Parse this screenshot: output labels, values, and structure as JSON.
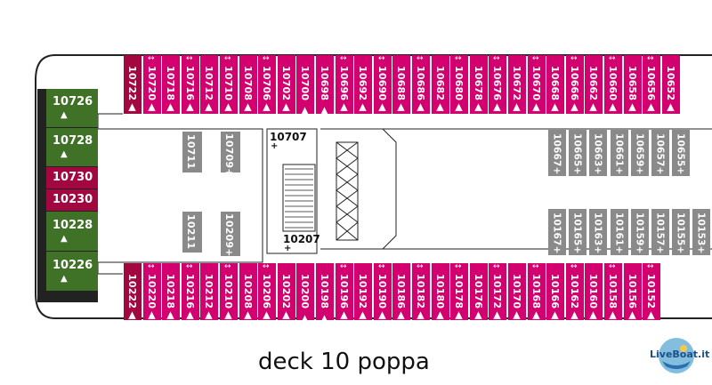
{
  "caption": "deck 10 poppa",
  "logo_text": "LiveBoat.it",
  "colors": {
    "pink": "#d3006f",
    "pink_dark": "#a2083f",
    "green": "#3f7127",
    "grey": "#8a8a8a",
    "hull": "#222222"
  },
  "top_row": [
    {
      "label": "10722▲□",
      "type": "dark",
      "conn": false
    },
    {
      "label": "10720▲",
      "type": "pink",
      "conn": true
    },
    {
      "label": "10718▲",
      "type": "pink",
      "conn": false
    },
    {
      "label": "10716▲",
      "type": "pink",
      "conn": true
    },
    {
      "label": "10712▲",
      "type": "pink",
      "conn": false
    },
    {
      "label": "10710▲",
      "type": "pink",
      "conn": true
    },
    {
      "label": "10708▲",
      "type": "pink",
      "conn": false
    },
    {
      "label": "10706▲",
      "type": "pink",
      "conn": true
    },
    {
      "label": "10702▲",
      "type": "pink",
      "conn": false
    },
    {
      "label": "10700 ▲□",
      "type": "pink",
      "conn": false
    },
    {
      "label": "10698 ▲□",
      "type": "pink",
      "conn": false
    },
    {
      "label": "10696▲",
      "type": "pink",
      "conn": true
    },
    {
      "label": "10692▲",
      "type": "pink",
      "conn": false
    },
    {
      "label": "10690▲",
      "type": "pink",
      "conn": true
    },
    {
      "label": "10688▲",
      "type": "pink",
      "conn": false
    },
    {
      "label": "10686▲",
      "type": "pink",
      "conn": true
    },
    {
      "label": "10682▲",
      "type": "pink",
      "conn": false
    },
    {
      "label": "10680▲",
      "type": "pink",
      "conn": true
    },
    {
      "label": "10678▲",
      "type": "pink",
      "conn": false
    },
    {
      "label": "10676▲",
      "type": "pink",
      "conn": true
    },
    {
      "label": "10672▲",
      "type": "pink",
      "conn": false
    },
    {
      "label": "10670▲",
      "type": "pink",
      "conn": true
    },
    {
      "label": "10668▲",
      "type": "pink",
      "conn": false
    },
    {
      "label": "10666▲",
      "type": "pink",
      "conn": true
    },
    {
      "label": "10662▲",
      "type": "pink",
      "conn": false
    },
    {
      "label": "10660▲",
      "type": "pink",
      "conn": true
    },
    {
      "label": "10658▲",
      "type": "pink",
      "conn": false
    },
    {
      "label": "10656▲",
      "type": "pink",
      "conn": true
    },
    {
      "label": "10652▲",
      "type": "pink",
      "conn": false
    }
  ],
  "bottom_row": [
    {
      "label": "10222▲□",
      "type": "dark",
      "conn": false
    },
    {
      "label": "10220▲",
      "type": "pink",
      "conn": true
    },
    {
      "label": "10218▲",
      "type": "pink",
      "conn": false
    },
    {
      "label": "10216▲",
      "type": "pink",
      "conn": true
    },
    {
      "label": "10212▲",
      "type": "pink",
      "conn": false
    },
    {
      "label": "10210▲",
      "type": "pink",
      "conn": true
    },
    {
      "label": "10208▲",
      "type": "pink",
      "conn": false
    },
    {
      "label": "10206▲",
      "type": "pink",
      "conn": true
    },
    {
      "label": "10202▲",
      "type": "pink",
      "conn": false
    },
    {
      "label": "10200 ▲□",
      "type": "pink",
      "conn": false
    },
    {
      "label": "10198 ▲□",
      "type": "pink",
      "conn": false
    },
    {
      "label": "10196▲",
      "type": "pink",
      "conn": true
    },
    {
      "label": "10192▲",
      "type": "pink",
      "conn": false
    },
    {
      "label": "10190▲",
      "type": "pink",
      "conn": true
    },
    {
      "label": "10186▲",
      "type": "pink",
      "conn": false
    },
    {
      "label": "10182▲",
      "type": "pink",
      "conn": true
    },
    {
      "label": "10180▲",
      "type": "pink",
      "conn": false
    },
    {
      "label": "10178▲",
      "type": "pink",
      "conn": true
    },
    {
      "label": "10176▲",
      "type": "pink",
      "conn": false
    },
    {
      "label": "10172▲",
      "type": "pink",
      "conn": true
    },
    {
      "label": "10170▲",
      "type": "pink",
      "conn": false
    },
    {
      "label": "10168▲",
      "type": "pink",
      "conn": true
    },
    {
      "label": "10166▲",
      "type": "pink",
      "conn": false
    },
    {
      "label": "10162▲",
      "type": "pink",
      "conn": true
    },
    {
      "label": "10160▲",
      "type": "pink",
      "conn": false
    },
    {
      "label": "10158▲",
      "type": "pink",
      "conn": true
    },
    {
      "label": "10156▲",
      "type": "pink",
      "conn": false
    },
    {
      "label": "10152▲",
      "type": "pink",
      "conn": true
    }
  ],
  "aft_cabins": [
    {
      "label": "10726",
      "type": "green",
      "symbol": "▲"
    },
    {
      "label": "10728",
      "type": "green",
      "symbol": "▲"
    },
    {
      "label": "10730",
      "type": "pink_dark",
      "symbol": ""
    },
    {
      "label": "10230",
      "type": "pink_dark",
      "symbol": ""
    },
    {
      "label": "10228",
      "type": "green",
      "symbol": "▲"
    },
    {
      "label": "10226",
      "type": "green",
      "symbol": "▲"
    }
  ],
  "inner_top": [
    {
      "label": "10711",
      "symbol": "▪+"
    },
    {
      "label": "10709+",
      "symbol": ""
    }
  ],
  "inner_bottom": [
    {
      "label": "10211",
      "symbol": "▪+"
    },
    {
      "label": "10209+",
      "symbol": ""
    }
  ],
  "stair_labels": {
    "top": "10707",
    "bottom": "10207",
    "plus": "+"
  },
  "grey_top": [
    "10667+",
    "10665+",
    "10663+",
    "10661+",
    "10659+",
    "10657+",
    "10655+"
  ],
  "grey_bottom": [
    "10167+",
    "10165+",
    "10163+",
    "10161+",
    "10159+",
    "10157+",
    "10155+",
    "10153+"
  ]
}
